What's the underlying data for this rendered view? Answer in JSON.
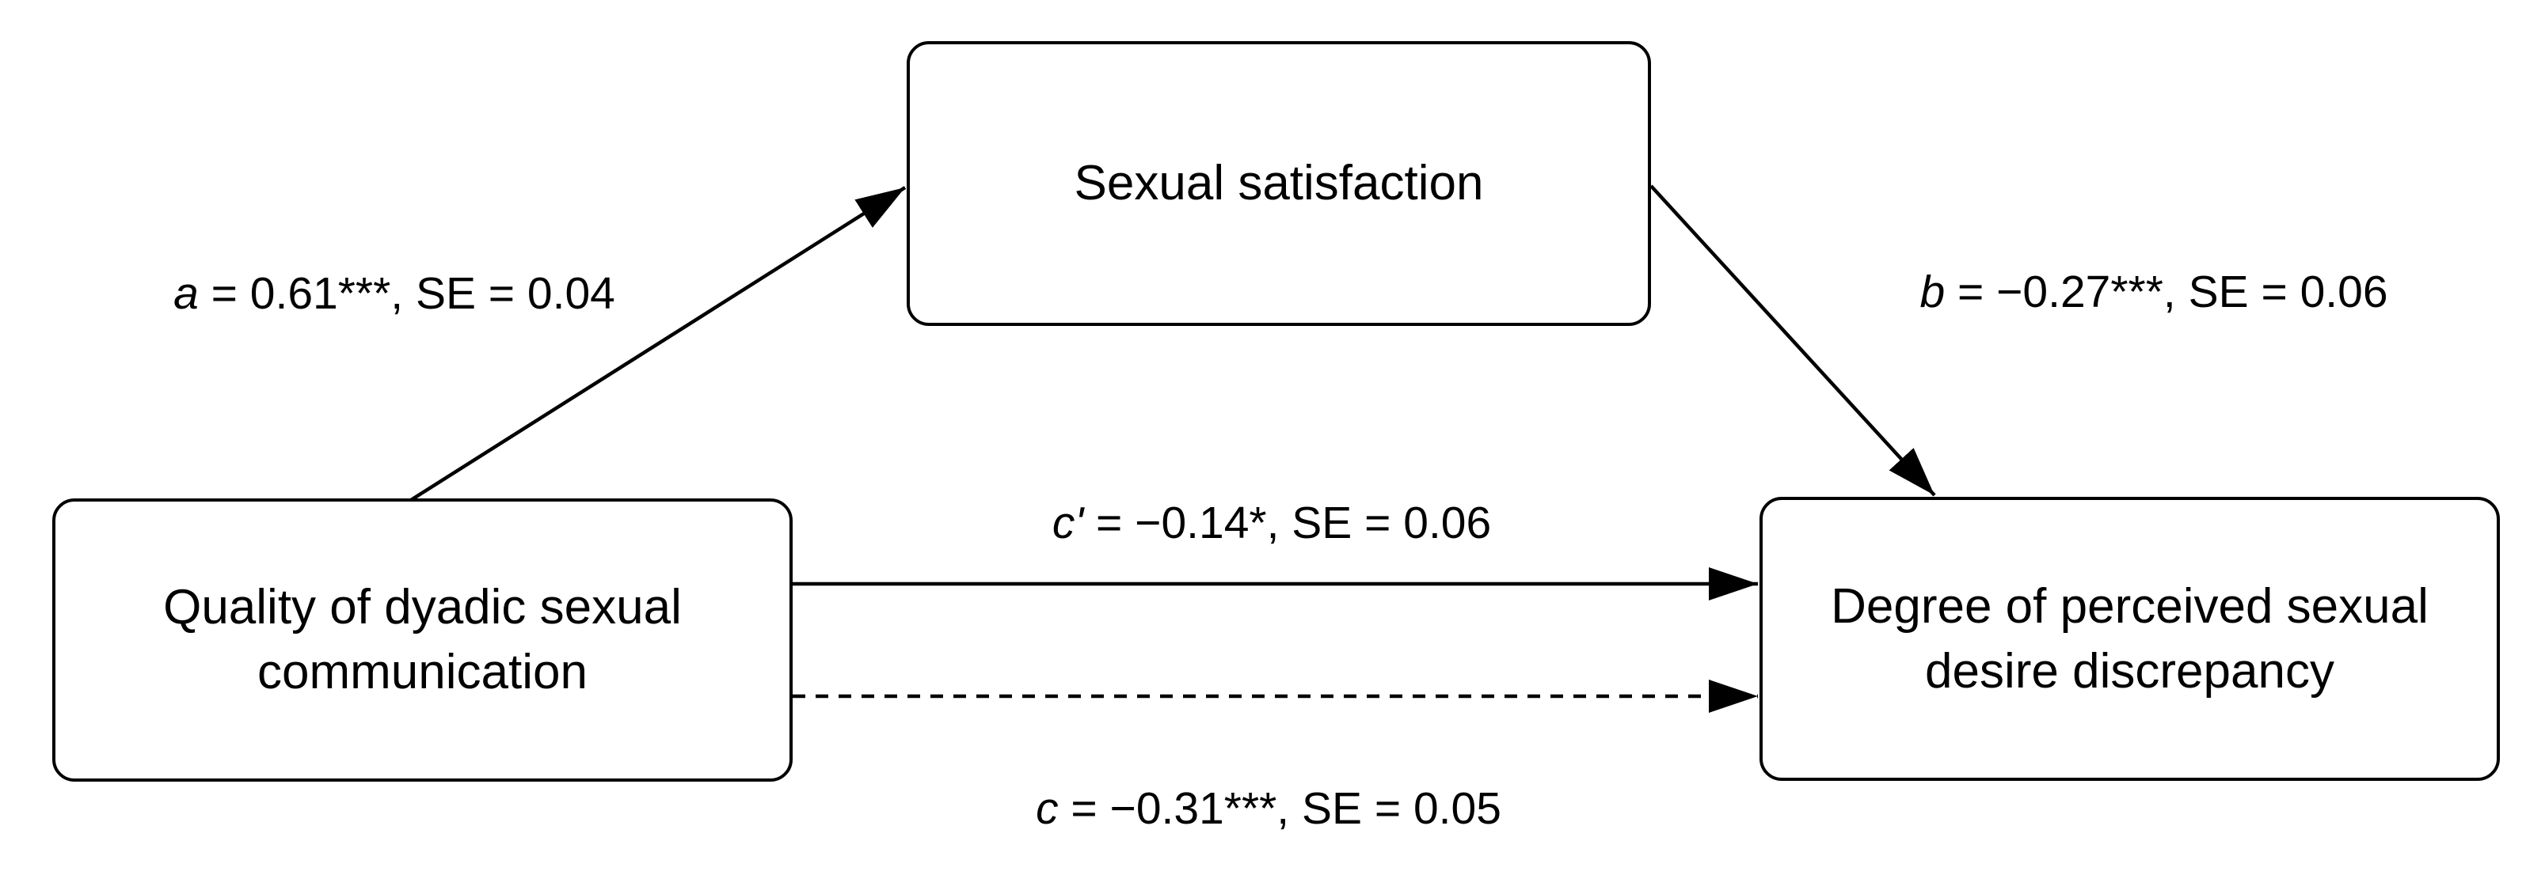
{
  "diagram": {
    "type": "mediation-path-model",
    "colors": {
      "line": "#000000",
      "background": "#ffffff",
      "text": "#000000"
    },
    "nodes": {
      "mediator": {
        "label": "Sexual satisfaction"
      },
      "predictor": {
        "label": "Quality of dyadic sexual communication"
      },
      "outcome": {
        "label": "Degree of perceived sexual desire discrepancy"
      }
    },
    "paths": {
      "a": {
        "symbol": "a",
        "stats": " = 0.61***, SE = 0.04",
        "style": "solid",
        "from": "predictor",
        "to": "mediator"
      },
      "b": {
        "symbol": "b",
        "stats": " = −0.27***, SE = 0.06",
        "style": "solid",
        "from": "mediator",
        "to": "outcome"
      },
      "c_prime": {
        "symbol": "c'",
        "stats": " = −0.14*, SE = 0.06",
        "style": "solid",
        "from": "predictor",
        "to": "outcome"
      },
      "c": {
        "symbol": "c",
        "stats": " = −0.31***, SE = 0.05",
        "style": "dashed",
        "from": "predictor",
        "to": "outcome"
      }
    }
  }
}
